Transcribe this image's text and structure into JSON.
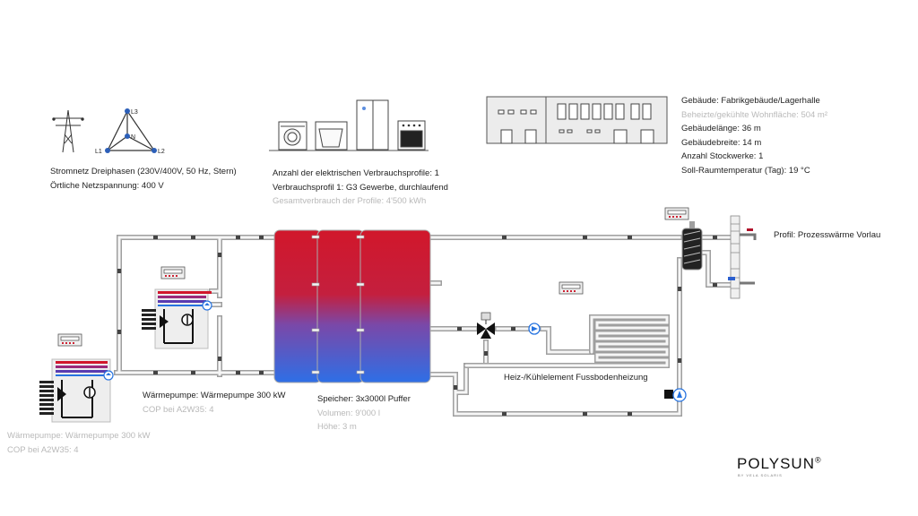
{
  "grid": {
    "line1": "Stromnetz Dreiphasen (230V/400V, 50 Hz, Stern)",
    "line2": "Örtliche Netzspannung: 400 V",
    "phase_labels": [
      "L3",
      "N",
      "L1",
      "L2"
    ]
  },
  "consumers": {
    "line1": "Anzahl der elektrischen Verbrauchsprofile: 1",
    "line2": "Verbrauchsprofil 1: G3 Gewerbe, durchlaufend",
    "line3": "Gesamtverbrauch der Profile: 4'500 kWh"
  },
  "building": {
    "line1": "Gebäude: Fabrikgebäude/Lagerhalle",
    "line2": "Beheizte/gekühlte Wohnfläche: 504 m²",
    "line3": "Gebäudelänge: 36 m",
    "line4": "Gebäudebreite: 14 m",
    "line5": "Anzahl Stockwerke: 1",
    "line6": "Soll-Raumtemperatur (Tag): 19 °C"
  },
  "heatpump_1": {
    "line1": "Wärmepumpe: Wärmepumpe 300 kW",
    "line2": "COP bei A2W35: 4"
  },
  "heatpump_2": {
    "line1": "Wärmepumpe: Wärmepumpe 300 kW",
    "line2": "COP bei A2W35: 4"
  },
  "storage": {
    "line1": "Speicher: 3x3000l Puffer",
    "line2": "Volumen: 9'000 l",
    "line3": "Höhe: 3 m"
  },
  "floor_heating": {
    "label": "Heiz-/Kühlelement Fussbodenheizung"
  },
  "process_heat": {
    "label": "Profil: Prozesswärme Vorlau"
  },
  "logo": {
    "name": "POLYSUN",
    "mark": "®",
    "sub": "BY VELA SOLARIS"
  },
  "colors": {
    "hot": "#d1172b",
    "cold": "#2673e0",
    "pipe": "#a5a5a5",
    "pipe_fill": "#f4f4f4"
  }
}
